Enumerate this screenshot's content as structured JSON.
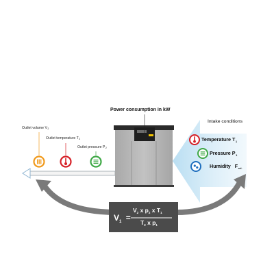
{
  "labels": {
    "power": "Power consumption in kW",
    "intake_title": "Intake conditions",
    "outlet_volume": "Outlet volume V",
    "outlet_volume_sub": "2",
    "outlet_temperature": "Outlet temperature T",
    "outlet_temperature_sub": "2",
    "outlet_pressure": "Outlet pressure P",
    "outlet_pressure_sub": "2",
    "intake_temperature": "Temperature T",
    "intake_temperature_sub": "1",
    "intake_pressure": "Pressure P",
    "intake_pressure_sub": "1",
    "intake_humidity": "Humidity",
    "intake_humidity_var": "F",
    "intake_humidity_sub": "rel."
  },
  "formula": {
    "lhs": "V",
    "lhs_sub": "1",
    "equals": "=",
    "numerator": {
      "a": "V",
      "a_sub": "2",
      "b": "p",
      "b_sub": "2",
      "c": "T",
      "c_sub": "1",
      "times": "x"
    },
    "denominator": {
      "a": "T",
      "a_sub": "2",
      "b": "p",
      "b_sub": "1",
      "times": "x"
    }
  },
  "icons": {
    "volume": "volume-meter-icon",
    "temperature": "thermometer-icon",
    "pressure": "pressure-gauge-icon",
    "humidity": "humidity-drop-icon"
  },
  "colors": {
    "volume": "#f19a1c",
    "temperature": "#d61f26",
    "pressure": "#3ea845",
    "humidity": "#1f6fbe",
    "intake_arrow": "#c6e4f4",
    "machine_body": "#b7b7b7",
    "formula_box": "#4b4b4b",
    "curved_arrow": "#7a7a7a"
  }
}
